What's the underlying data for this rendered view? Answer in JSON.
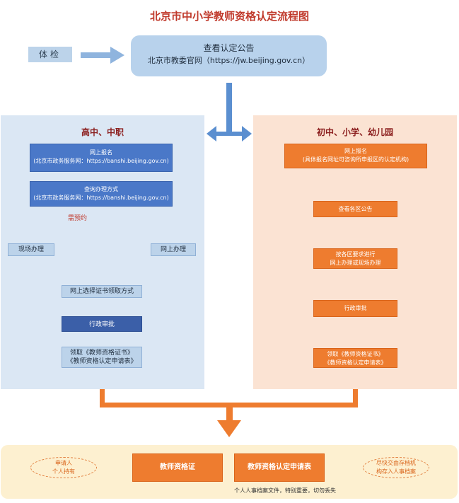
{
  "title": "北京市中小学教师资格认定流程图",
  "tijian": "体检",
  "notice": {
    "line1": "查看认定公告",
    "line2": "北京市教委官网（https://jw.beijing.gov.cn）"
  },
  "left": {
    "title": "高中、中职",
    "step1": {
      "line1": "网上报名",
      "line2": "(北京市政务服务网：https://banshi.beijing.gov.cn)"
    },
    "step2": {
      "line1": "查询办理方式",
      "line2": "(北京市政务服务网：https://banshi.beijing.gov.cn)"
    },
    "need_appointment": "需预约",
    "onsite": "现场办理",
    "online": "网上办理",
    "choose_method": "网上选择证书领取方式",
    "review": "行政审批",
    "receive": {
      "line1": "领取《教师资格证书》",
      "line2": "《教师资格认定申请表》"
    }
  },
  "right": {
    "title": "初中、小学、幼儿园",
    "step1": {
      "line1": "网上报名",
      "line2": "(具体报名网址可咨询所申报区的认定机构)"
    },
    "step2": "查看各区公告",
    "step3": {
      "line1": "按各区要求进行",
      "line2": "网上办理或现场办理"
    },
    "review": "行政审批",
    "receive": {
      "line1": "领取《教师资格证书》",
      "line2": "《教师资格认定申请表》"
    }
  },
  "bottom": {
    "certificate": "教师资格证",
    "form": "教师资格认定申请表",
    "holder": {
      "line1": "申请人",
      "line2": "个人持有"
    },
    "archive": {
      "line1": "尽快交由存档机",
      "line2": "构存入人事档案"
    },
    "note": "个人人事档案文件，特别重要，切勿丢失"
  },
  "colors": {
    "blue": "#4a78c8",
    "orange": "#ee7c2f",
    "title_red": "#c0392b"
  }
}
